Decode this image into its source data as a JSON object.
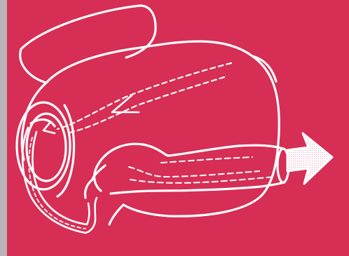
{
  "figure": {
    "background_color": "#d62e55",
    "line_color": "#ffffff",
    "strip_color": "#b9b4b8",
    "arrow_fill": "#f6d9e3",
    "description_icons": [
      "pump-housing-outline",
      "inlet-flow-arrow",
      "outlet-pipe",
      "hose",
      "outflow-arrow"
    ]
  }
}
